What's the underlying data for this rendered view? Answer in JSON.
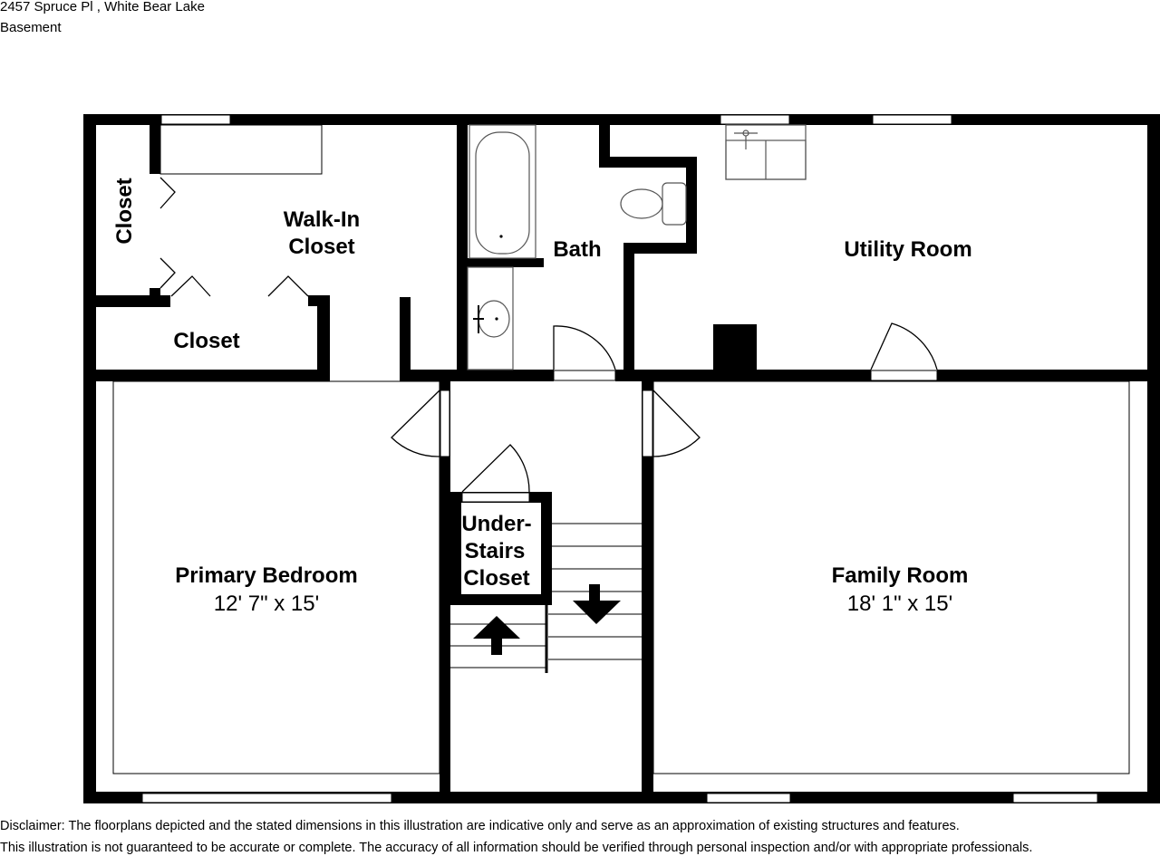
{
  "header": {
    "address": "2457 Spruce Pl , White Bear Lake",
    "level": "Basement"
  },
  "rooms": {
    "walk_in_closet": [
      "Walk-In",
      "Closet"
    ],
    "closet_vertical": "Closet",
    "closet_lower": "Closet",
    "bath": "Bath",
    "utility_room": "Utility Room",
    "primary_bedroom": {
      "name": "Primary Bedroom",
      "dimensions": "12' 7\" x 15'"
    },
    "under_stairs_closet": [
      "Under-",
      "Stairs",
      "Closet"
    ],
    "family_room": {
      "name": "Family Room",
      "dimensions": "18' 1\" x 15'"
    }
  },
  "disclaimer": {
    "line1": "Disclaimer: The floorplans depicted and the stated dimensions in this illustration are indicative only and serve as an approximation of existing structures and features.",
    "line2": "This illustration is not guaranteed to be accurate or complete. The accuracy of all information should be verified through personal inspection and/or with appropriate professionals."
  },
  "colors": {
    "wall": "#000000",
    "fixture": "#555555",
    "background": "#ffffff"
  }
}
